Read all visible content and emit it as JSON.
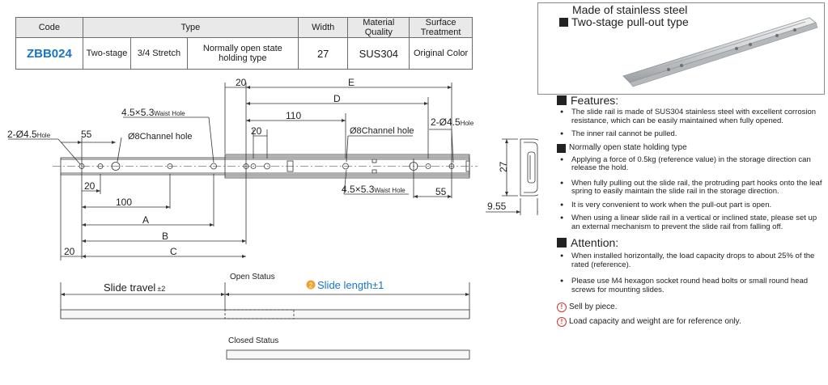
{
  "table": {
    "headers": {
      "code": "Code",
      "type": "Type",
      "width": "Width",
      "material": "Material Quality",
      "surface": "Surface Treatment"
    },
    "row": {
      "code": "ZBB024",
      "stage": "Two-stage",
      "stretch": "3/4 Stretch",
      "state": "Normally open state holding type",
      "width": "27",
      "material": "SUS304",
      "surface": "Original Color"
    }
  },
  "photo": {
    "line1": "Made of stainless steel",
    "line2": "Two-stage pull-out type"
  },
  "drawing": {
    "hole_left": "2-Ø4.5",
    "hole_left_sub": "Hole",
    "hole_right": "2-Ø4.5",
    "hole_right_sub": "Hole",
    "waist_left": "4.5×5.3",
    "waist_left_sub": "Waist Hole",
    "waist_right": "4.5×5.3",
    "waist_right_sub": "Waist Hole",
    "channel_left": "Ø8Channel hole",
    "channel_right": "Ø8Channel hole",
    "d55_left": "55",
    "d20_a": "20",
    "d100": "100",
    "dA": "A",
    "dB": "B",
    "dC": "C",
    "d20_b": "20",
    "d20_top": "20",
    "dE": "E",
    "dD": "D",
    "d110": "110",
    "d20_mid": "20",
    "d55_right": "55",
    "d27": "27",
    "d955": "9.55",
    "slide_travel": "Slide travel",
    "slide_travel_tol": "±2",
    "slide_length_num": "2",
    "slide_length": "Slide length±1",
    "open_status": "Open Status",
    "closed_status": "Closed Status"
  },
  "notes": {
    "features_title": "Features:",
    "f1": "The slide rail is made of SUS304 stainless steel with excellent corrosion resistance, which can be easily maintained when fully opened.",
    "f2": "The inner rail cannot be pulled.",
    "sub_title": "Normally open state holding type",
    "f3": "Applying a force of 0.5kg (reference value) in the storage direction can release the hold.",
    "f4": "When fully pulling out the slide rail, the protruding part hooks onto the leaf spring to easily maintain the slide rail in the storage direction.",
    "f5": "It is very convenient to work when the pull-out part is open.",
    "f6": "When using a linear slide rail in a vertical or inclined state, please set up an external mechanism to prevent the slide rail from falling off.",
    "attention_title": "Attention:",
    "a1": "When installed horizontally, the load capacity drops to about 25% of the rated (reference).",
    "a2": "Please use M4 hexagon socket round head bolts or small round head screws for mounting slides.",
    "w1": "Sell by piece.",
    "w2": "Load capacity and weight are for reference only."
  },
  "colors": {
    "accent": "#1a74c9",
    "slide_length": "#1a74c9",
    "badge": "#f0a030",
    "warn": "#d6322f"
  }
}
